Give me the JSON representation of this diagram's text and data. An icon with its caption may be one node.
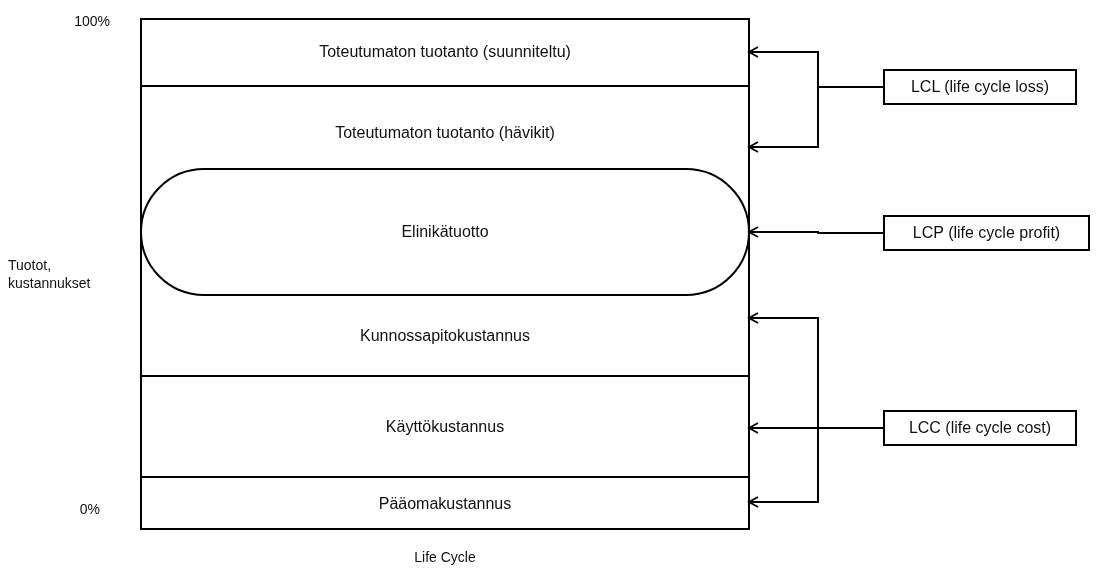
{
  "diagram": {
    "nodes": [
      {
        "text": [],
        "shape": "box"
      },
      {
        "text": [
          "Toteutumaton tuotanto (suunniteltu)"
        ],
        "in": 0
      },
      {
        "text": [
          "Toteutumaton tuotanto (hävikit)"
        ],
        "in": 0
      },
      {
        "text": [
          "Elinikätuotto"
        ],
        "in": 0
      },
      {
        "text": [
          "Kunnossapitokustannus"
        ],
        "in": 0
      },
      {
        "text": [
          "Käyttökustannus"
        ],
        "in": 0
      },
      {
        "text": [
          "Pääomakustannus"
        ],
        "in": 0
      },
      {
        "text": [
          "LCL (life cycle loss)"
        ]
      },
      {
        "text": [
          "LCP (life cycle profit)"
        ]
      },
      {
        "text": [
          "LCC (life cycle cost)"
        ]
      }
    ],
    "edges": [
      {
        "from": 7,
        "to": 1,
        "arrow": "to"
      },
      {
        "from": 7,
        "to": 2,
        "arrow": "to"
      },
      {
        "from": 8,
        "to": 3,
        "arrow": "to"
      },
      {
        "from": 9,
        "to": 4,
        "arrow": "to"
      },
      {
        "from": 9,
        "to": 5,
        "arrow": "to"
      },
      {
        "from": 9,
        "to": 6,
        "arrow": "to"
      }
    ],
    "labels": [
      "100%",
      "Tuotot, kustannukset",
      "0%",
      "Life Cycle"
    ]
  }
}
